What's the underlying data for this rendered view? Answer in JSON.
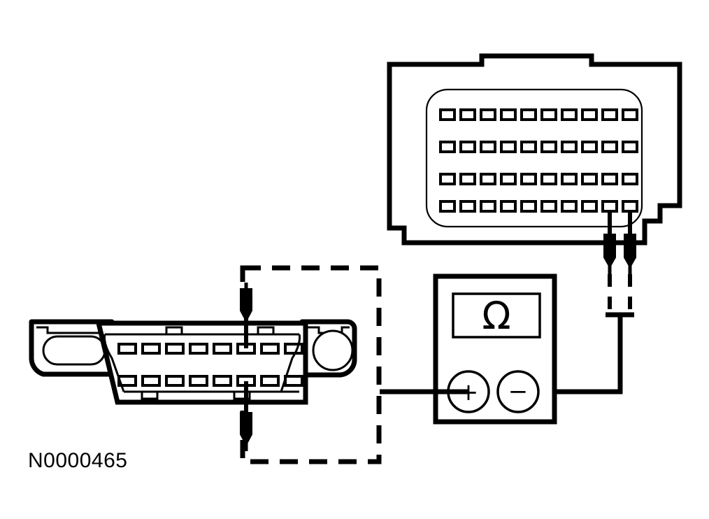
{
  "figure": {
    "id_label": "N0000465",
    "title": "Resistance check between data link connector and module connector",
    "background_color": "#ffffff",
    "line_color": "#000000"
  },
  "meter": {
    "name": "ohmmeter",
    "display_symbol": "Ω",
    "positive_terminal_label": "+",
    "negative_terminal_label": "−"
  },
  "module_connector": {
    "name": "module-connector",
    "pin_rows": 4,
    "pin_columns": 10,
    "probed_pins": [
      "row4-col9",
      "row4-col10"
    ],
    "probe_count": 2
  },
  "data_link_connector": {
    "name": "data-link-connector",
    "pin_rows": 2,
    "pin_columns": 8,
    "probed_pins": [
      "row1-col6",
      "row2-col6"
    ],
    "probe_count": 2,
    "left_tab_hole": "oval",
    "right_tab_hole": "round"
  },
  "callout": {
    "name": "dashed-highlight-box",
    "style": "dashed"
  },
  "wiring": {
    "solid_lead_label": "positive-lead",
    "dashed_lead_label": "negative-lead-dashed"
  }
}
